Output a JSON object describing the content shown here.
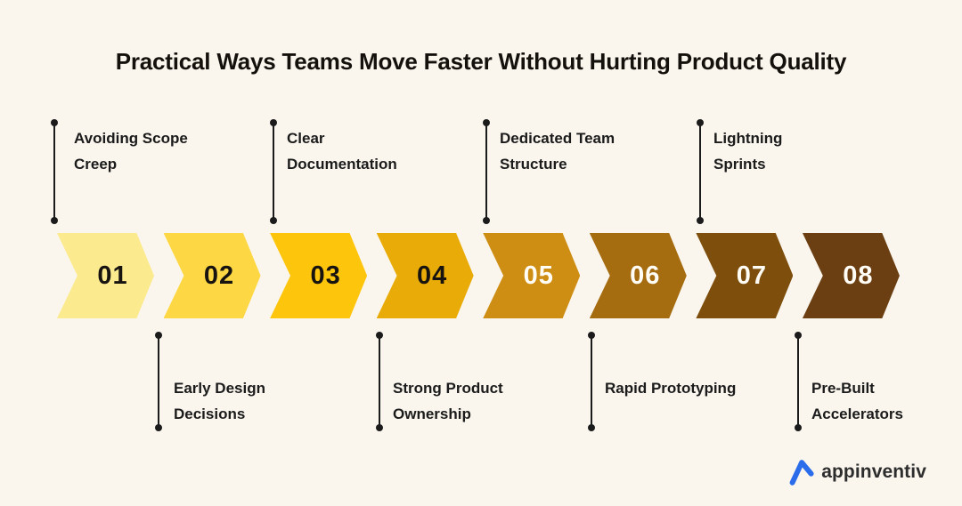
{
  "title": "Practical Ways Teams Move Faster Without Hurting Product Quality",
  "steps": [
    {
      "number": "01",
      "label": "Avoiding Scope Creep",
      "label_line1": "Avoiding Scope",
      "label_line2": "Creep",
      "label_position": "top",
      "color": "#FBEA8E",
      "number_color": "#161310"
    },
    {
      "number": "02",
      "label": "Early Design Decisions",
      "label_line1": "Early Design",
      "label_line2": "Decisions",
      "label_position": "bottom",
      "color": "#FDD844",
      "number_color": "#161310"
    },
    {
      "number": "03",
      "label": "Clear Documentation",
      "label_line1": "Clear",
      "label_line2": "Documentation",
      "label_position": "top",
      "color": "#FEC50D",
      "number_color": "#161310"
    },
    {
      "number": "04",
      "label": "Strong Product Ownership",
      "label_line1": "Strong Product",
      "label_line2": "Ownership",
      "label_position": "bottom",
      "color": "#E9AB08",
      "number_color": "#161310"
    },
    {
      "number": "05",
      "label": "Dedicated Team Structure",
      "label_line1": "Dedicated Team",
      "label_line2": "Structure",
      "label_position": "top",
      "color": "#CE8E14",
      "number_color": "#FFFDF6"
    },
    {
      "number": "06",
      "label": "Rapid Prototyping",
      "label_line1": "Rapid Prototyping",
      "label_line2": "",
      "label_position": "bottom",
      "color": "#A56C10",
      "number_color": "#FFFDF6"
    },
    {
      "number": "07",
      "label": "Lightning Sprints",
      "label_line1": "Lightning",
      "label_line2": "Sprints",
      "label_position": "top",
      "color": "#7E4E0D",
      "number_color": "#FFFDF6"
    },
    {
      "number": "08",
      "label": "Pre-Built Accelerators",
      "label_line1": "Pre-Built",
      "label_line2": "Accelerators",
      "label_position": "bottom",
      "color": "#6B3F12",
      "number_color": "#FFFDF6"
    }
  ],
  "brand": {
    "name": "appinventiv",
    "mark_color": "#2B6CEB"
  },
  "colors": {
    "background": "#FAF6EE",
    "line": "#1B1B1B",
    "title_text": "#14110D"
  }
}
